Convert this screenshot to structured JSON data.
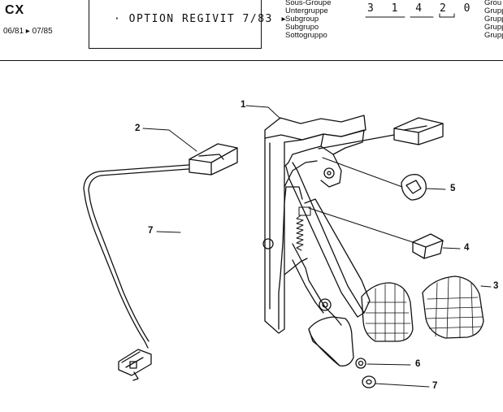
{
  "header": {
    "model": "CX",
    "date_range": "06/81 ▸ 07/85",
    "option_title": "· OPTION  REGIVIT 7/83 ▸",
    "subgroup_labels": [
      "Sous-Groupe",
      "Untergruppe",
      "Subgroup",
      "Subgrupo",
      "Sottogruppo"
    ],
    "subgroup_code": "3 1 4 2 0",
    "group_labels": [
      "Grou",
      "Grupp",
      "Grupp",
      "Grupp",
      "Grupp"
    ]
  },
  "callouts": [
    {
      "id": "1",
      "label": "1"
    },
    {
      "id": "2",
      "label": "2"
    },
    {
      "id": "3",
      "label": "3"
    },
    {
      "id": "4",
      "label": "4"
    },
    {
      "id": "5",
      "label": "5"
    },
    {
      "id": "6",
      "label": "6"
    },
    {
      "id": "7a",
      "label": "7"
    },
    {
      "id": "7b",
      "label": "7"
    }
  ]
}
